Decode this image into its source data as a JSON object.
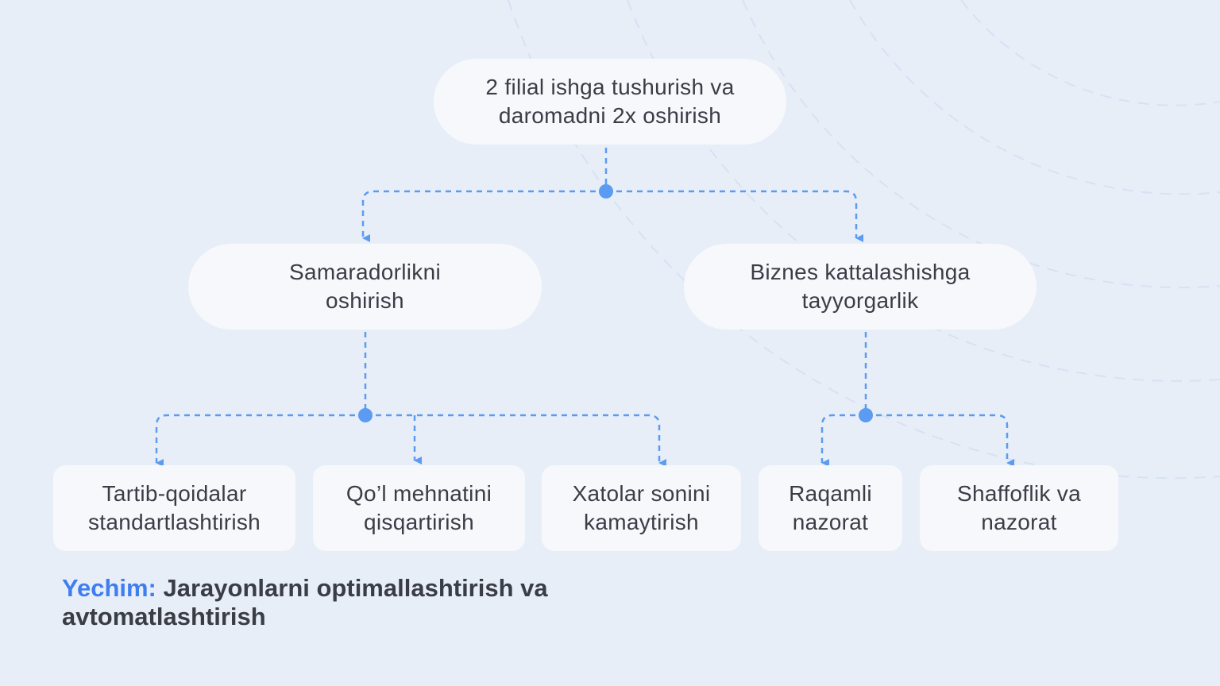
{
  "root": {
    "text": "2 filial ishga tushurish va\ndaromadni 2x oshirish"
  },
  "level1": [
    {
      "text": "Samaradorlikni\noshirish"
    },
    {
      "text": "Biznes kattalashishga\ntayyorgarlik"
    }
  ],
  "leaves": [
    {
      "text": "Tartib-qoidalar\nstandartlashtirish"
    },
    {
      "text": "Qo’l mehnatini\nqisqartirish"
    },
    {
      "text": "Xatolar sonini\nkamaytirish"
    },
    {
      "text": "Raqamli\nnazorat"
    },
    {
      "text": "Shaffoflik va\nnazorat"
    }
  ],
  "solution": {
    "label": "Yechim:",
    "text": "Jarayonlarni optimallashtirish va avtomatlashtirish"
  },
  "colors": {
    "background": "#e8eef8",
    "node": "#f6f8fc",
    "connector": "#5b9bf2",
    "accent": "#3f7ef0",
    "text": "#3a3d45"
  }
}
